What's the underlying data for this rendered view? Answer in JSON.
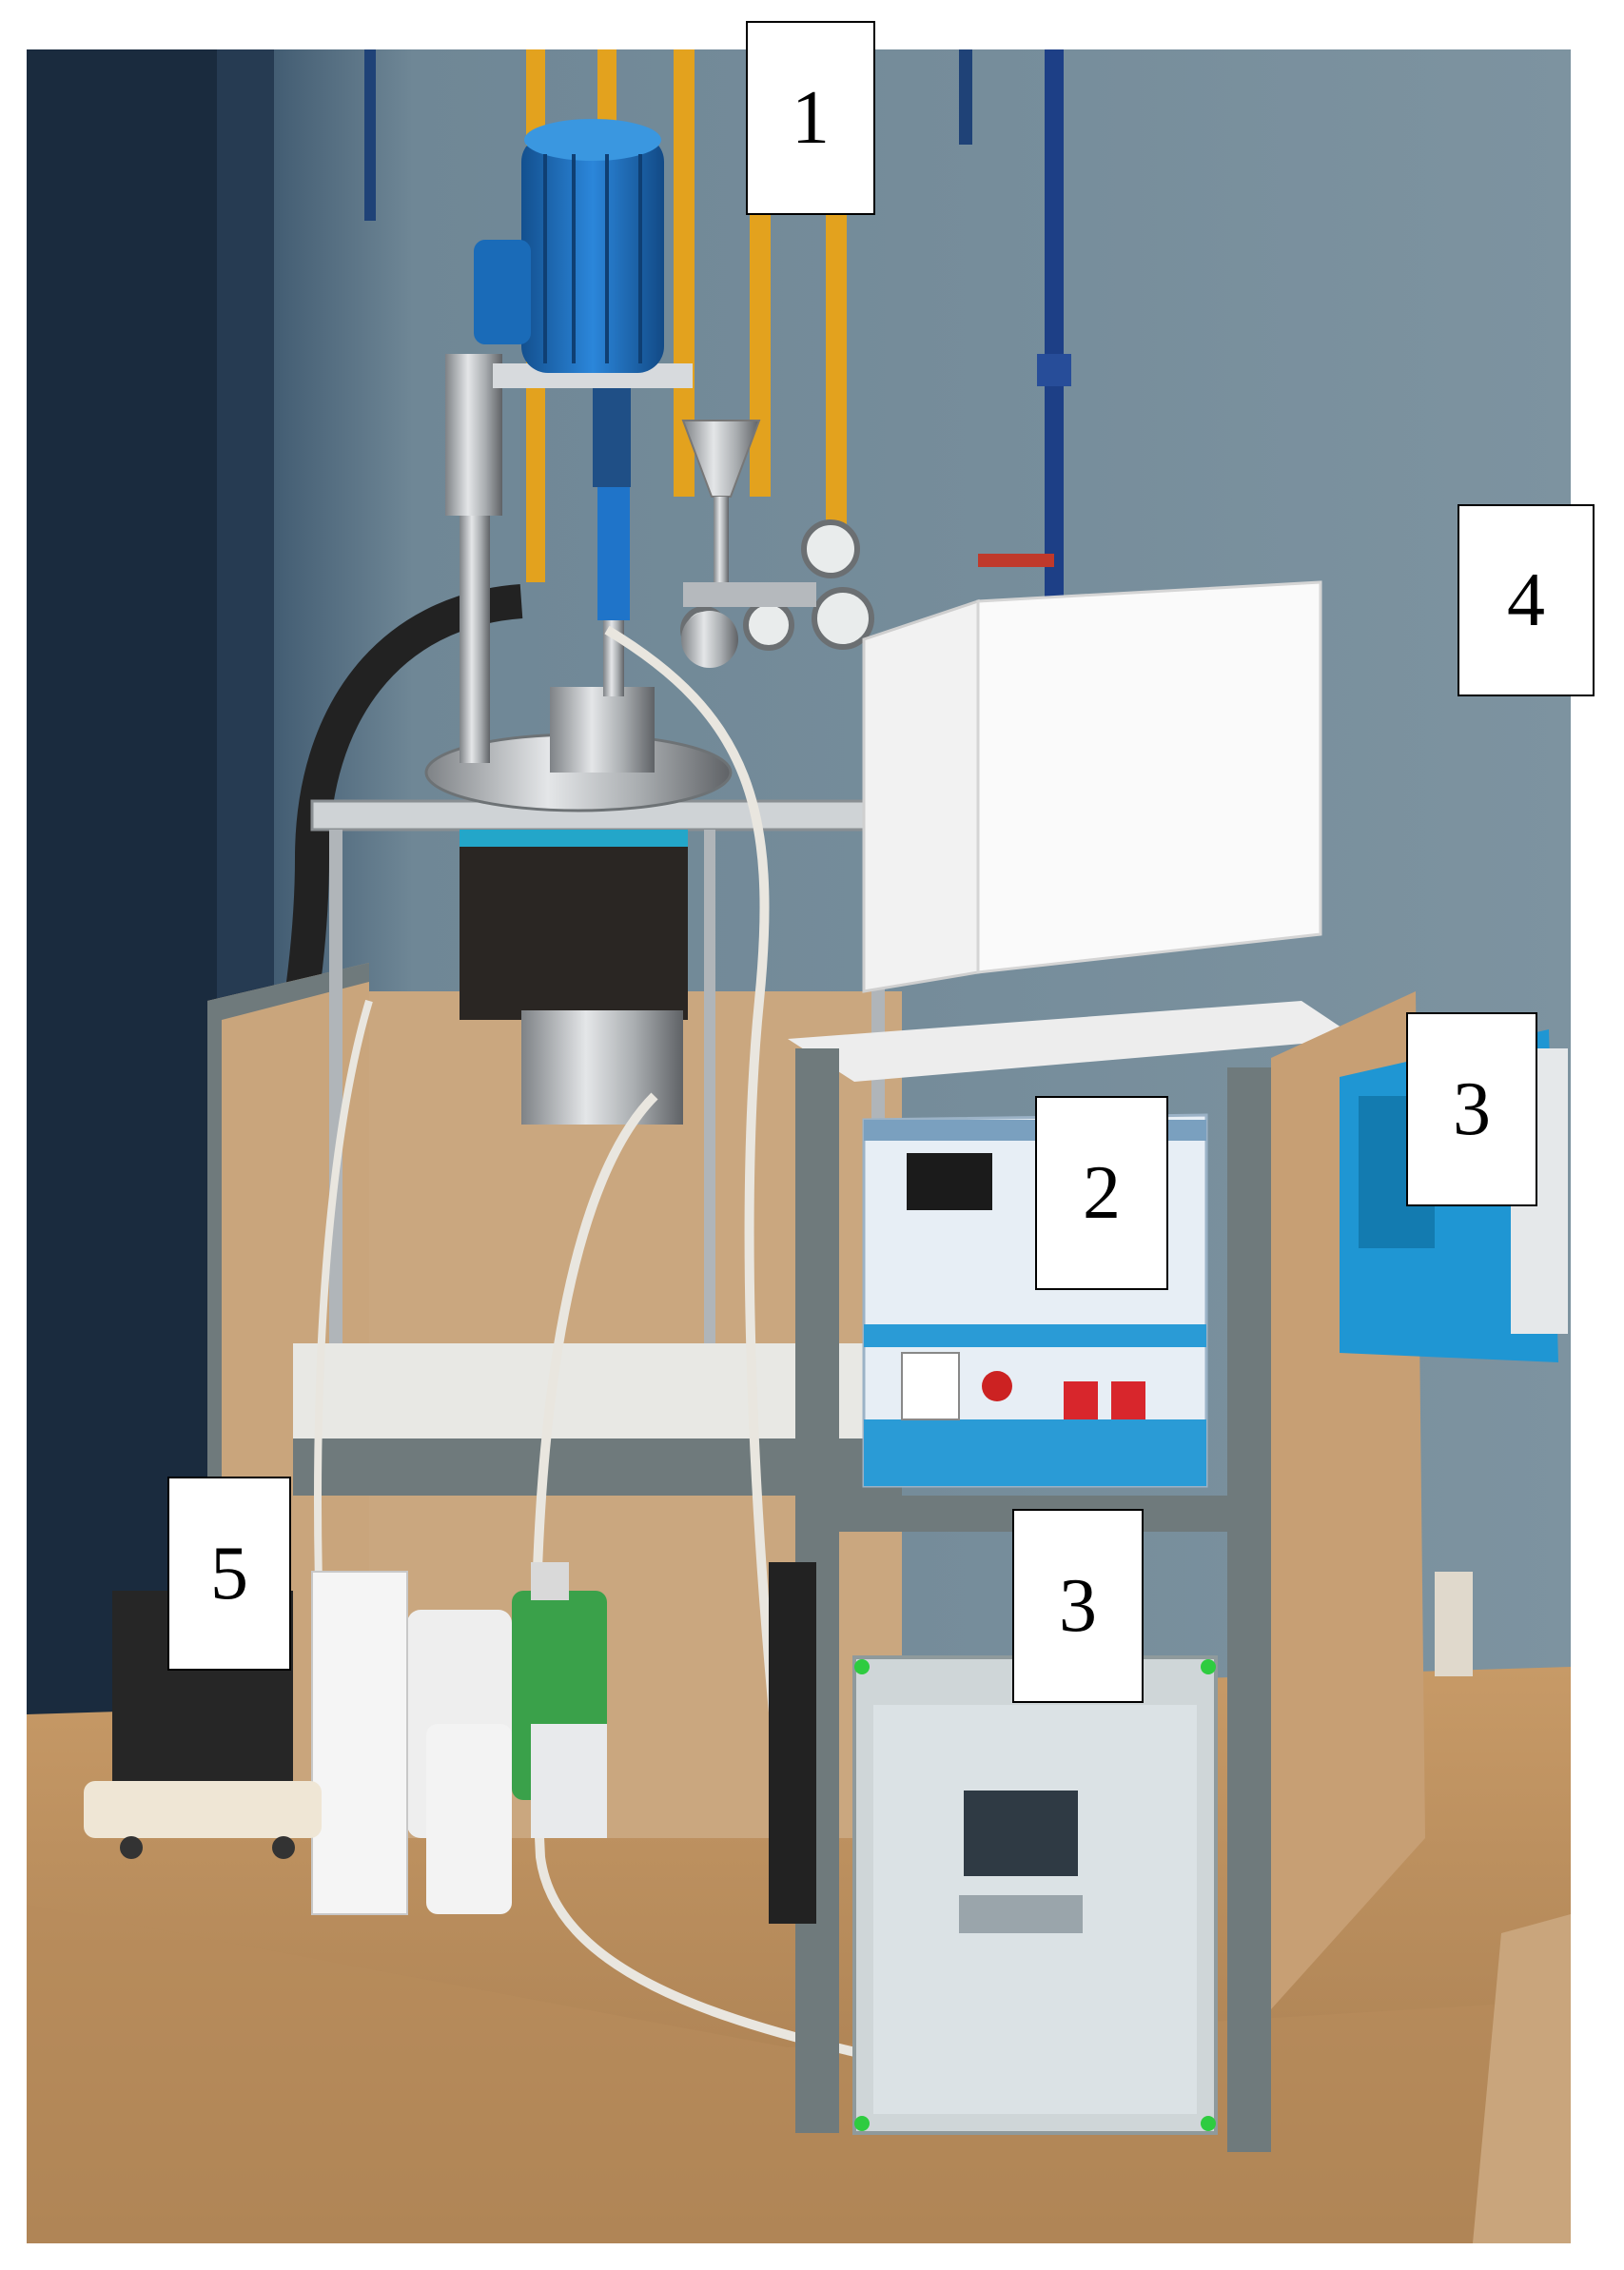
{
  "figure": {
    "labels": {
      "reactor": "1",
      "control_panel": "2",
      "controller_right": "3",
      "controller_bottom": "3",
      "wall": "4",
      "storage": "5"
    }
  },
  "colors": {
    "wall": "#6f8796",
    "floor": "#b58b5c",
    "motor_blue": "#1f74c9",
    "gas_pipe_yellow": "#e3a21e",
    "frame_grey": "#6f7a7c",
    "board_tan": "#c9a57c",
    "panel_blue": "#2a9bd6"
  }
}
